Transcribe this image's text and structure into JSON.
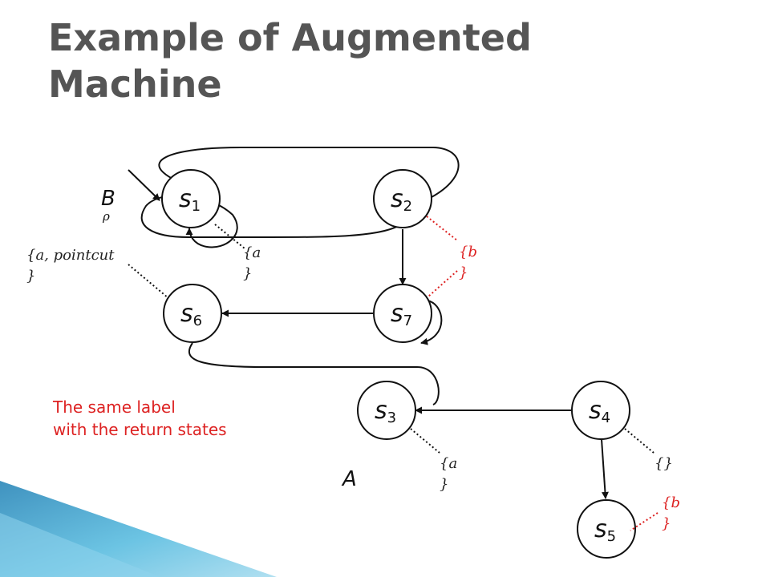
{
  "slide": {
    "title": "Example of Augmented\nMachine"
  },
  "machines": {
    "b": {
      "label": "B",
      "subscript": "ρ"
    },
    "a": {
      "label": "A"
    }
  },
  "states": {
    "s1": {
      "letter": "s",
      "index": "1"
    },
    "s2": {
      "letter": "s",
      "index": "2"
    },
    "s3": {
      "letter": "s",
      "index": "3"
    },
    "s4": {
      "letter": "s",
      "index": "4"
    },
    "s5": {
      "letter": "s",
      "index": "5"
    },
    "s6": {
      "letter": "s",
      "index": "6"
    },
    "s7": {
      "letter": "s",
      "index": "7"
    }
  },
  "annotations": {
    "s6": {
      "line1": "{a, pointcut",
      "line2": "}"
    },
    "s1": {
      "line1": "{a",
      "line2": "}"
    },
    "s2": {
      "line1": "{b",
      "line2": "}"
    },
    "s7": {
      "line1": "{b",
      "line2": "}"
    },
    "s3": {
      "line1": "{a",
      "line2": "}"
    },
    "s4": {
      "line1": "{}"
    },
    "s5": {
      "line1": "{b",
      "line2": "}"
    }
  },
  "note": {
    "line1": "The same label",
    "line2": "with the return states"
  },
  "colors": {
    "title": "#555555",
    "highlight": "#dd2222",
    "ink": "#111111",
    "accent_ribbon": "#3a9fc8"
  }
}
